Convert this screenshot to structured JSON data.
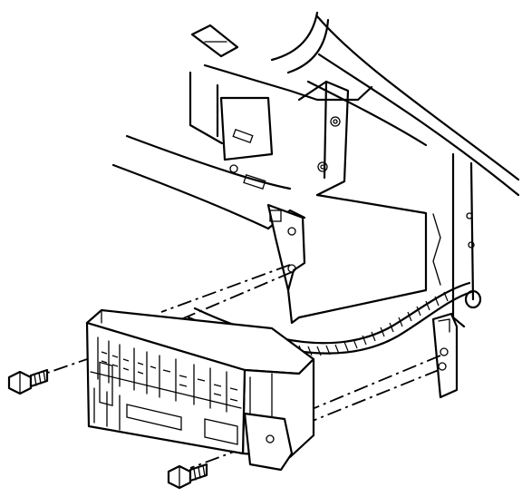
{
  "figure": {
    "kind": "exploded-assembly-illustration",
    "parts": [
      "body-panel",
      "mounting-bracket",
      "fuse-relay-center",
      "bolt",
      "bolt",
      "wiring-harness"
    ],
    "colors": {
      "line": "#000000",
      "background": "#ffffff"
    }
  }
}
